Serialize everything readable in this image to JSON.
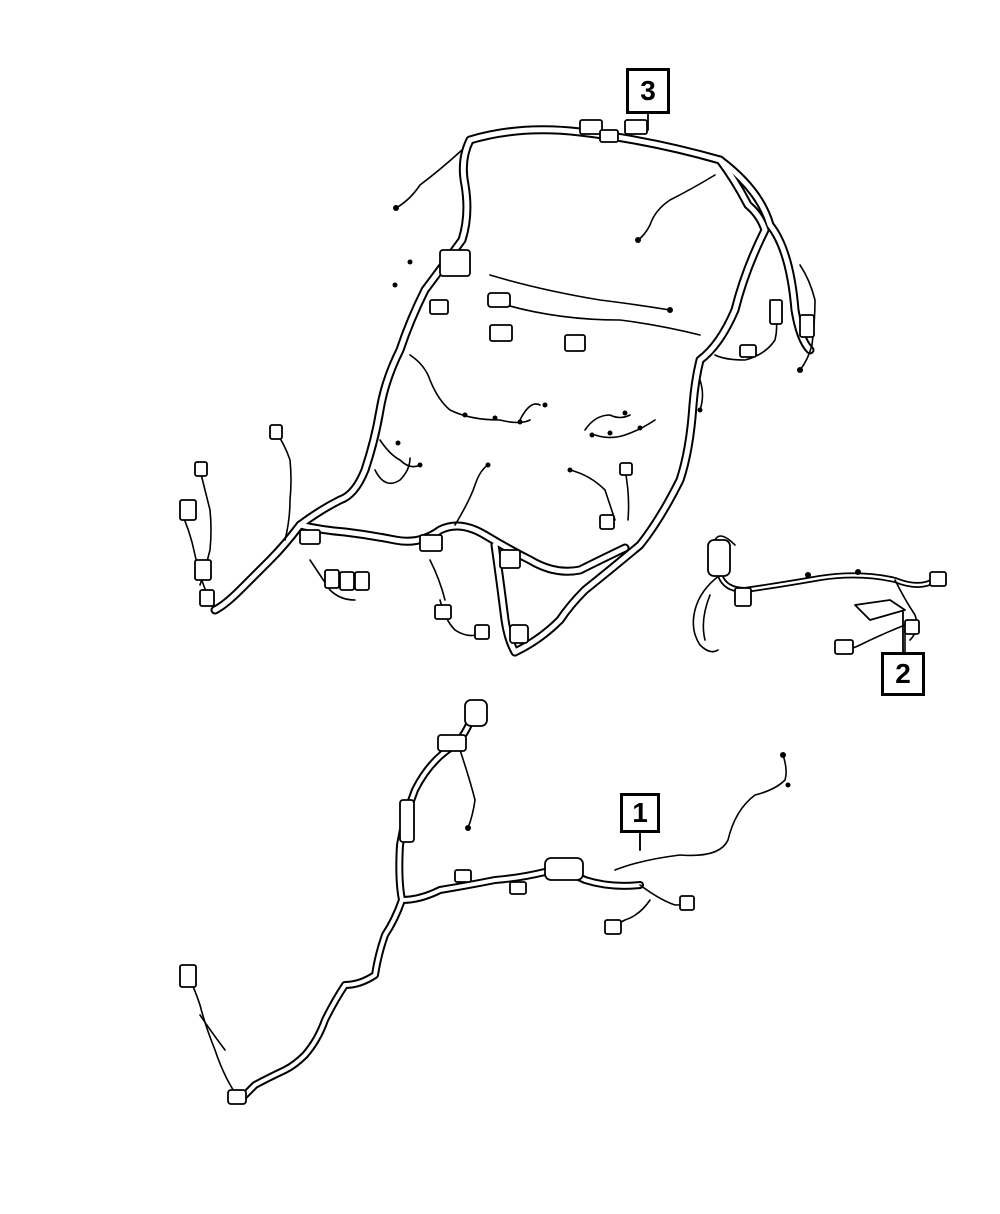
{
  "diagram": {
    "callouts": [
      {
        "id": "3",
        "label": "3"
      },
      {
        "id": "2",
        "label": "2"
      },
      {
        "id": "1",
        "label": "1"
      }
    ],
    "line_color": "#000000",
    "background": "#ffffff"
  }
}
